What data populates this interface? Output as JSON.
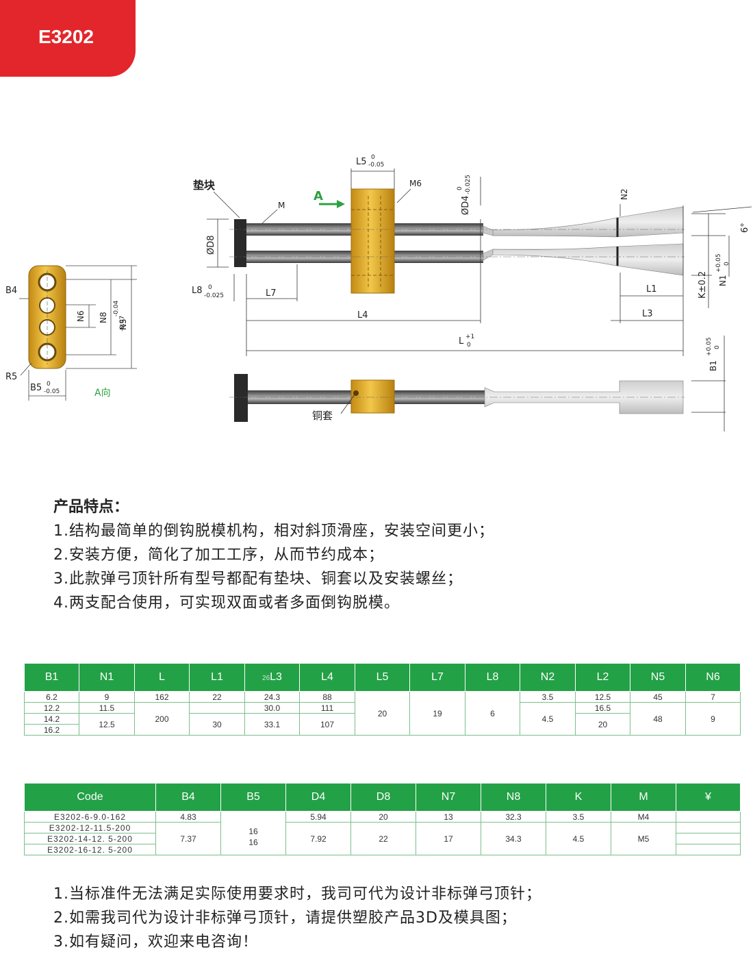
{
  "header": {
    "code": "E3202"
  },
  "drawing": {
    "labels": {
      "spacer": "垫块",
      "sleeve": "铜套",
      "view_a": "A向",
      "arrow_a": "A",
      "m": "M",
      "m6": "M6",
      "d8": "ØD8",
      "d4": "ØD4",
      "l5": "L5",
      "l7": "L7",
      "l8": "L8",
      "l4": "L4",
      "l": "L",
      "l1": "L1",
      "l3": "L3",
      "n2": "N2",
      "k": "K±0.2",
      "n1": "N1",
      "b1": "B1",
      "angle": "6°",
      "b4": "B4",
      "b5": "B5",
      "r5": "R5",
      "n6": "N6",
      "n8": "N8",
      "n5": "N5"
    },
    "tolerances": {
      "l5": [
        "0",
        "-0.05"
      ],
      "l8": [
        "0",
        "-0.025"
      ],
      "d4": [
        "0",
        "-0.025"
      ],
      "l": [
        "+1",
        "0"
      ],
      "n1": [
        "+0.05",
        "0"
      ],
      "b1": [
        "+0.05",
        "0"
      ],
      "n5": [
        "-0.04",
        "-0.07"
      ],
      "b5": [
        "0",
        "-0.05"
      ]
    }
  },
  "features": {
    "title": "产品特点：",
    "items": [
      "1.结构最简单的倒钩脱模机构，相对斜顶滑座，安装空间更小；",
      "2.安装方便，简化了加工工序，从而节约成本；",
      "3.此款弹弓顶针所有型号都配有垫块、铜套以及安装螺丝；",
      "4.两支配合使用，可实现双面或者多面倒钩脱模。"
    ]
  },
  "table1": {
    "headers": [
      "B1",
      "N1",
      "L",
      "L1",
      "L3",
      "L4",
      "L5",
      "L7",
      "L8",
      "N2",
      "L2",
      "N5",
      "N6"
    ],
    "overlay": "26",
    "b1": [
      "6.2",
      "12.2",
      "14.2",
      "16.2"
    ],
    "n1": [
      "9",
      "11.5",
      "12.5"
    ],
    "l": [
      "162",
      "200"
    ],
    "l1": [
      "22",
      "30"
    ],
    "l3": [
      "24.3",
      "30.0",
      "33.1"
    ],
    "l4": [
      "88",
      "111",
      "107"
    ],
    "l5": "20",
    "l7": "19",
    "l8": "6",
    "n2": [
      "3.5",
      "4.5"
    ],
    "l2": [
      "12.5",
      "16.5",
      "20"
    ],
    "n5": [
      "45",
      "48"
    ],
    "n6": [
      "7",
      "9"
    ]
  },
  "table2": {
    "headers": [
      "Code",
      "B4",
      "B5",
      "D4",
      "D8",
      "N7",
      "N8",
      "K",
      "M",
      "¥"
    ],
    "codes": [
      "E3202-6-9.0-162",
      "E3202-12-11.5-200",
      "E3202-14-12. 5-200",
      "E3202-16-12. 5-200"
    ],
    "b4": [
      "4.83",
      "7.37"
    ],
    "b5": [
      "16",
      "16"
    ],
    "d4": [
      "5.94",
      "7.92"
    ],
    "d8": [
      "20",
      "22"
    ],
    "n7": [
      "13",
      "17"
    ],
    "n8": [
      "32.3",
      "34.3"
    ],
    "k": [
      "3.5",
      "4.5"
    ],
    "m": [
      "M4",
      "M5"
    ]
  },
  "notes": [
    "1.当标准件无法满足实际使用要求时，我司可代为设计非标弹弓顶针；",
    "2.如需我司代为设计非标弹弓顶针，请提供塑胶产品3D及模具图；",
    "3.如有疑问，欢迎来电咨询！"
  ],
  "colors": {
    "accent_red": "#e3262b",
    "table_green": "#23a146",
    "view_label_green": "#2ea043",
    "brass": "#d9a62a"
  }
}
